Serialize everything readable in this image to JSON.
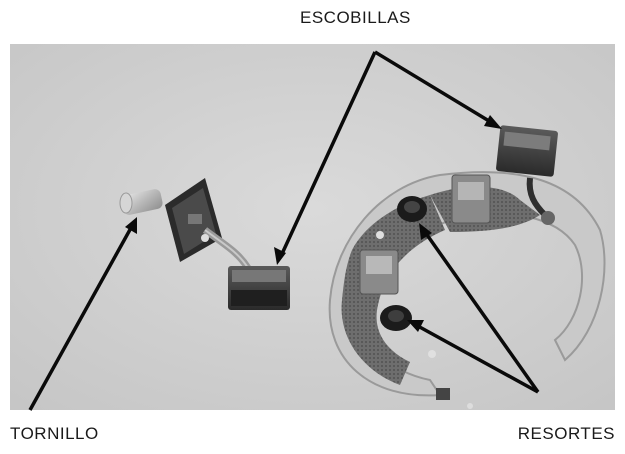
{
  "labels": {
    "brushes": "ESCOBILLAS",
    "screw": "TORNILLO",
    "springs": "RESORTES"
  },
  "colors": {
    "photo_background": "#cfcfcf",
    "arrow": "#0a0a0a",
    "text": "#1a1a1a"
  }
}
